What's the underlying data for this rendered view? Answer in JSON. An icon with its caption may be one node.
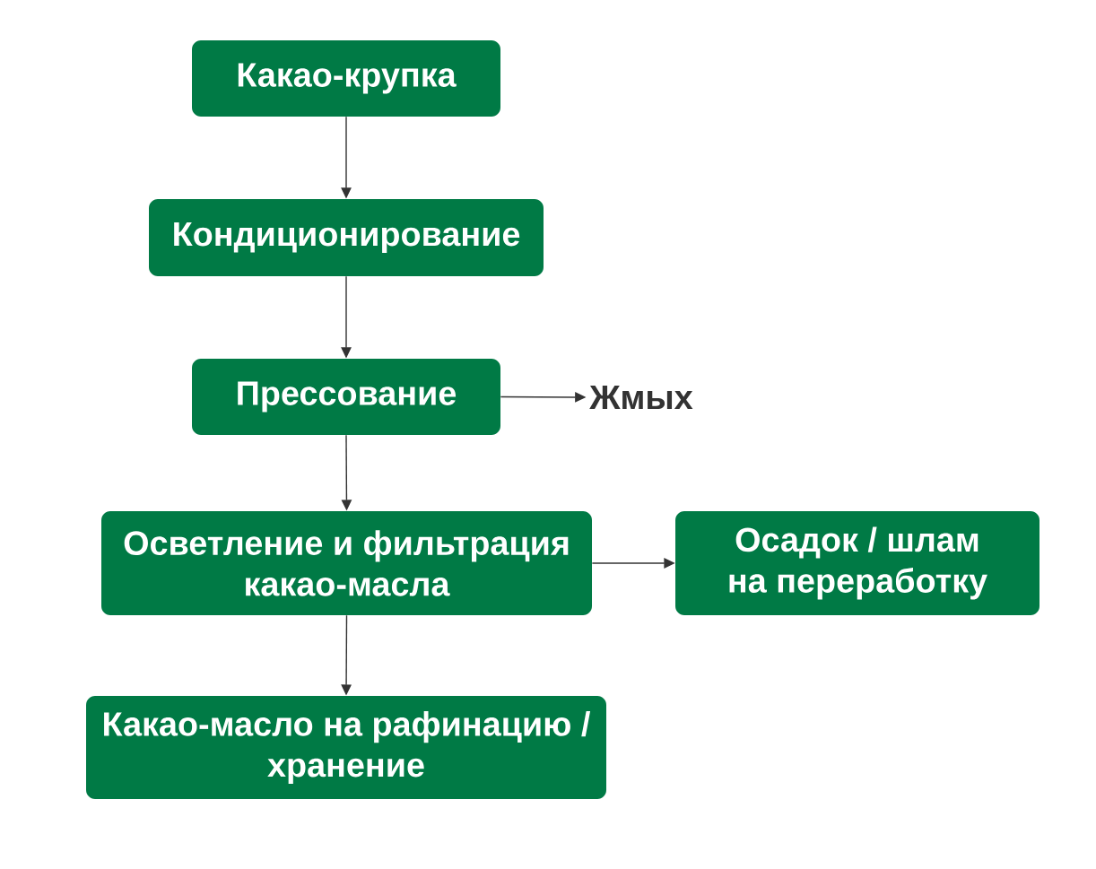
{
  "diagram": {
    "nodes": [
      {
        "text": [
          "Какао-крупка"
        ]
      },
      {
        "text": [
          "Кондиционирование"
        ]
      },
      {
        "text": [
          "Прессование"
        ]
      },
      {
        "text": [
          "Жмых"
        ]
      },
      {
        "text": [
          "Осветление и фильтрация какао-масла"
        ]
      },
      {
        "text": [
          "Осадок / шлам на переработку"
        ]
      },
      {
        "text": [
          "Какао-масло на рафинацию / хранение"
        ]
      }
    ],
    "edges": [
      {
        "from": 0,
        "to": 1,
        "arrow": "to"
      },
      {
        "from": 1,
        "to": 2,
        "arrow": "to"
      },
      {
        "from": 2,
        "to": 3,
        "arrow": "to"
      },
      {
        "from": 2,
        "to": 4,
        "arrow": "to"
      },
      {
        "from": 4,
        "to": 5,
        "arrow": "to"
      },
      {
        "from": 4,
        "to": 6,
        "arrow": "to"
      }
    ]
  }
}
